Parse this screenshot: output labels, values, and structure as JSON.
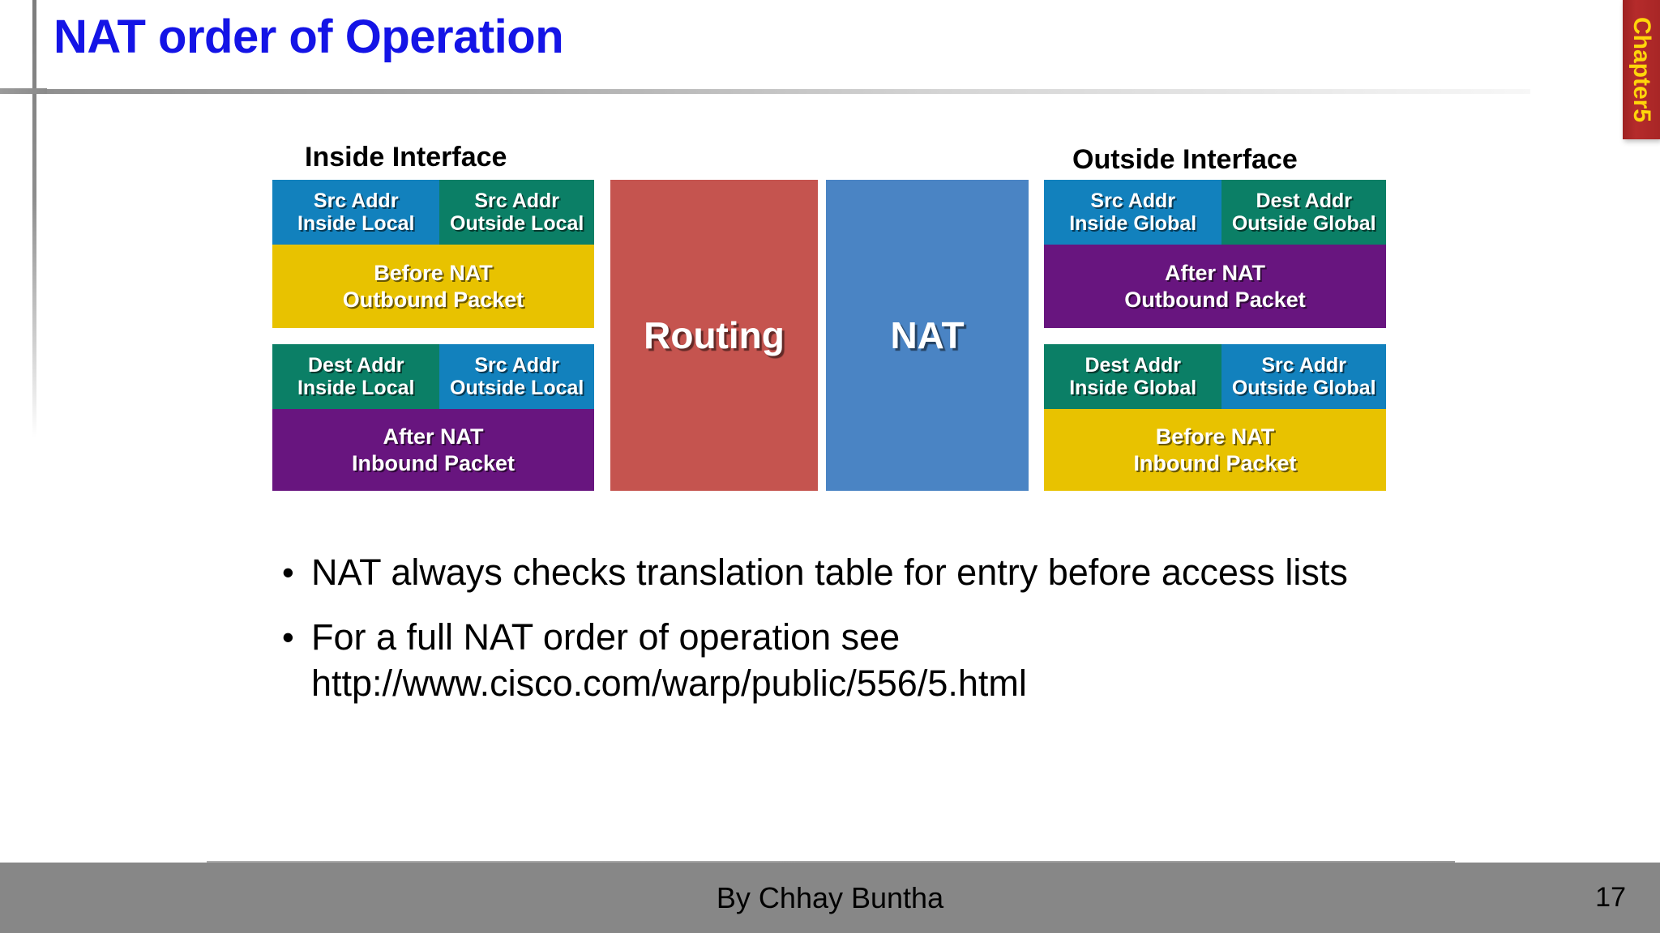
{
  "slide": {
    "title": "NAT order of Operation",
    "chapter_tab": "Chapter5",
    "title_color": "#1414E6",
    "chapter_tab_bg": "#A82626",
    "chapter_tab_text_color": "#FFD60A"
  },
  "diagram": {
    "inside_title": "Inside Interface",
    "outside_title": "Outside Interface",
    "process": {
      "routing_label": "Routing",
      "routing_color": "#C5544F",
      "nat_label": "NAT",
      "nat_color": "#4A84C4"
    },
    "colors": {
      "blue": "#1281BD",
      "teal": "#0B7F66",
      "yellow": "#E8C200",
      "purple": "#68157F"
    },
    "inside_top": {
      "left_cell": {
        "line1": "Src Addr",
        "line2": "Inside Local",
        "color": "#1281BD"
      },
      "right_cell": {
        "line1": "Src Addr",
        "line2": "Outside Local",
        "color": "#0B7F66"
      },
      "state": {
        "line1": "Before NAT",
        "line2": "Outbound Packet",
        "color": "#E8C200"
      }
    },
    "inside_bottom": {
      "left_cell": {
        "line1": "Dest Addr",
        "line2": "Inside Local",
        "color": "#0B7F66"
      },
      "right_cell": {
        "line1": "Src Addr",
        "line2": "Outside Local",
        "color": "#1281BD"
      },
      "state": {
        "line1": "After NAT",
        "line2": "Inbound Packet",
        "color": "#68157F"
      }
    },
    "outside_top": {
      "left_cell": {
        "line1": "Src Addr",
        "line2": "Inside Global",
        "color": "#1281BD"
      },
      "right_cell": {
        "line1": "Dest Addr",
        "line2": "Outside Global",
        "color": "#0B7F66"
      },
      "state": {
        "line1": "After NAT",
        "line2": "Outbound Packet",
        "color": "#68157F"
      }
    },
    "outside_bottom": {
      "left_cell": {
        "line1": "Dest Addr",
        "line2": "Inside Global",
        "color": "#0B7F66"
      },
      "right_cell": {
        "line1": "Src Addr",
        "line2": "Outside Global",
        "color": "#1281BD"
      },
      "state": {
        "line1": "Before NAT",
        "line2": "Inbound Packet",
        "color": "#E8C200"
      }
    }
  },
  "bullets": [
    {
      "marker": "•",
      "text": "NAT always checks translation table for entry before access lists"
    },
    {
      "marker": "•",
      "text": "For a full NAT order of operation see http://www.cisco.com/warp/public/556/5.html"
    }
  ],
  "footer": {
    "author": "By Chhay Buntha",
    "page_number": "17",
    "bar_color": "#878787"
  }
}
